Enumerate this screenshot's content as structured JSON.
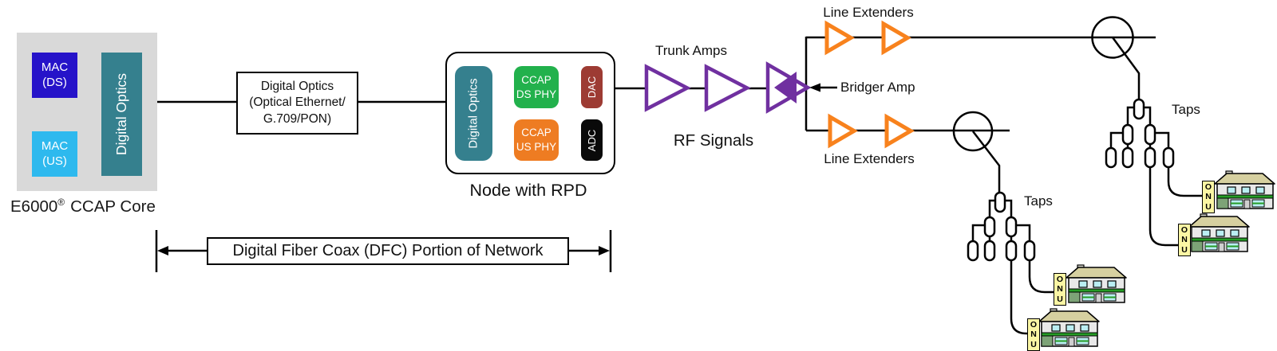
{
  "core": {
    "model": "E6000",
    "reg_mark": "®",
    "label_rest": "CCAP Core",
    "mac_ds": "MAC\n(DS)",
    "mac_us": "MAC\n(US)",
    "digital_optics": "Digital Optics"
  },
  "fiber_label": {
    "text": "Digital Optics\n(Optical Ethernet/\nG.709/PON)"
  },
  "node": {
    "digital_optics": "Digital Optics",
    "ccap_ds_phy": "CCAP\nDS PHY",
    "ccap_us_phy": "CCAP\nUS PHY",
    "dac": "DAC",
    "adc": "ADC",
    "label": "Node with RPD"
  },
  "labels": {
    "trunk_amps": "Trunk Amps",
    "rf_signals": "RF Signals",
    "bridger_amp": "Bridger Amp",
    "line_extenders_top": "Line Extenders",
    "line_extenders_bottom": "Line Extenders",
    "taps_top": "Taps",
    "taps_middle": "Taps",
    "dfc_portion": "Digital Fiber Coax (DFC) Portion of Network"
  },
  "onu": {
    "label": "ONU"
  },
  "colors": {
    "amp_purple": "#7030a0",
    "extender_orange": "#f8821d",
    "optics_teal": "#35808e",
    "mac_ds_blue": "#2613c9",
    "mac_us_cyan": "#2eb9ee",
    "ds_phy_green": "#22b14c",
    "us_phy_orange": "#ee7c22",
    "dac_red": "#9d3b33",
    "adc_black": "#0a0a0a",
    "core_gray": "#d9d9d9",
    "onu_yellow": "#fbf6a4",
    "line_black": "#000000"
  }
}
